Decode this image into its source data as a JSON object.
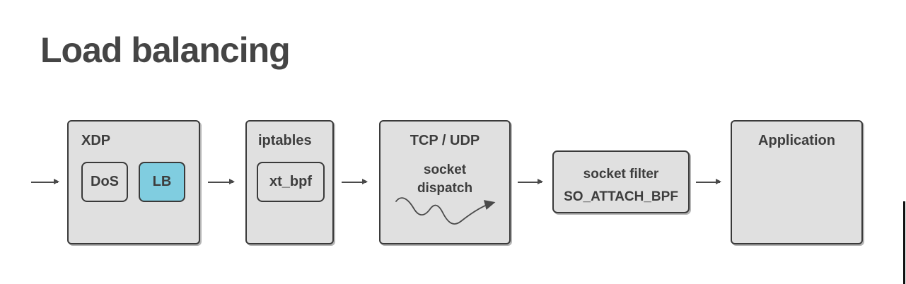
{
  "title": "Load balancing",
  "colors": {
    "background": "#ffffff",
    "box_fill": "#e0e0e0",
    "box_border": "#3a3a3a",
    "highlight_fill": "#80cde0",
    "text": "#3d3d3d",
    "arrow": "#4a4a4a"
  },
  "nodes": {
    "xdp": {
      "label": "XDP"
    },
    "dos": {
      "label": "DoS"
    },
    "lb": {
      "label": "LB"
    },
    "iptables": {
      "label": "iptables"
    },
    "xt_bpf": {
      "label": "xt_bpf"
    },
    "tcp_udp": {
      "label": "TCP / UDP",
      "sublabel": "socket dispatch"
    },
    "socket_filter": {
      "line1": "socket filter",
      "line2": "SO_ATTACH_BPF"
    },
    "application": {
      "label": "Application"
    }
  }
}
